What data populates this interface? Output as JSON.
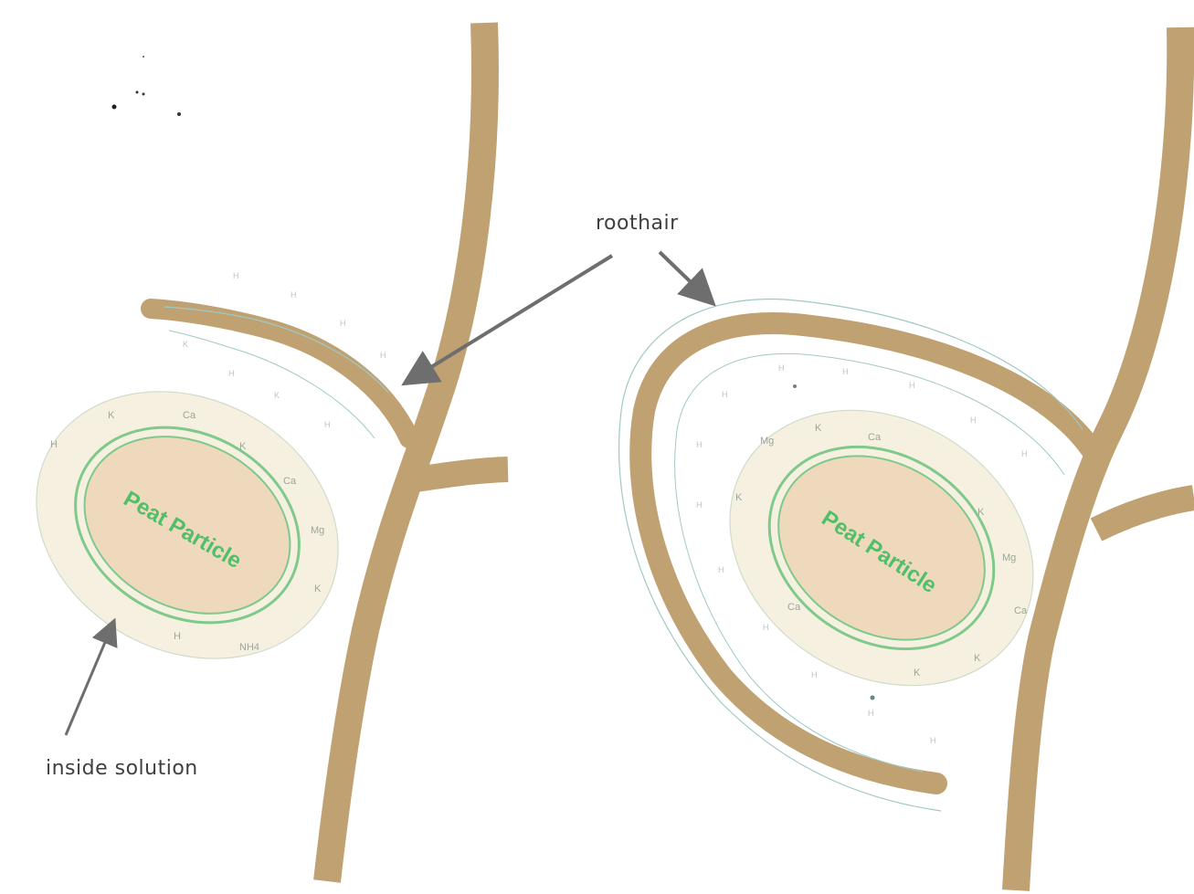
{
  "labels": {
    "roothair": "roothair",
    "inside_solution": "inside solution"
  },
  "left_particle": {
    "label": "Peat Particle",
    "ions": [
      "H",
      "K",
      "Ca",
      "K",
      "Ca",
      "Mg",
      "K",
      "NH4",
      "H"
    ],
    "outer_ions": [
      "H",
      "H",
      "H",
      "H",
      "K",
      "H",
      "K",
      "H"
    ]
  },
  "right_particle": {
    "label": "Peat Particle",
    "ions": [
      "Mg",
      "K",
      "Ca",
      "K",
      "Mg",
      "Ca",
      "K",
      "K",
      "Ca",
      "H"
    ],
    "outer_ions": [
      "H",
      "H",
      "H",
      "H",
      "H",
      "H",
      "H",
      "H",
      "H",
      "H",
      "H",
      "H"
    ]
  },
  "colors": {
    "root": "#bfa172",
    "particle_core": "#efd9bd",
    "particle_shell": "#f6f0e1",
    "ring": "#7fc98a",
    "film": "#9fc9c6",
    "arrow": "#6e6e6e",
    "peat_text": "#4fbf6a"
  }
}
